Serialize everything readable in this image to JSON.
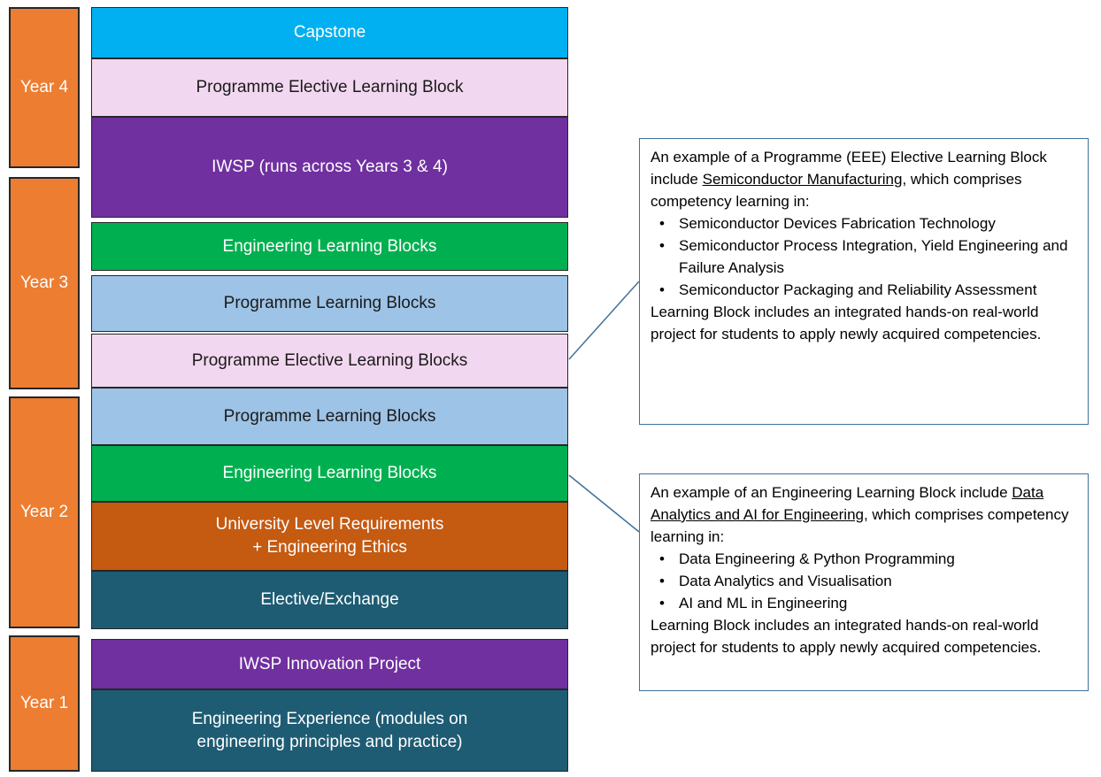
{
  "years": [
    {
      "label": "Year 4"
    },
    {
      "label": "Year 3"
    },
    {
      "label": "Year 2"
    },
    {
      "label": "Year 1"
    }
  ],
  "blocks": [
    {
      "label": "Capstone",
      "bg": "#00B0F0",
      "fg": "#FFFFFF"
    },
    {
      "label": "Programme Elective Learning Block",
      "bg": "#F2D7F0",
      "fg": "#1A1A1A"
    },
    {
      "label": "IWSP (runs across Years 3 & 4)",
      "bg": "#7030A0",
      "fg": "#FFFFFF"
    },
    {
      "label": "Engineering Learning Blocks",
      "bg": "#00B050",
      "fg": "#FFFFFF"
    },
    {
      "label": "Programme Learning Blocks",
      "bg": "#9DC3E6",
      "fg": "#1A1A1A"
    },
    {
      "label": "Programme Elective Learning Blocks",
      "bg": "#F2D7F0",
      "fg": "#1A1A1A"
    },
    {
      "label": "Programme Learning Blocks",
      "bg": "#9DC3E6",
      "fg": "#1A1A1A"
    },
    {
      "label": "Engineering Learning Blocks",
      "bg": "#00B050",
      "fg": "#FFFFFF"
    },
    {
      "label": "University Level Requirements\n+ Engineering Ethics",
      "bg": "#C55A11",
      "fg": "#FFFFFF"
    },
    {
      "label": "Elective/Exchange",
      "bg": "#1E5C73",
      "fg": "#FFFFFF"
    },
    {
      "label": "IWSP Innovation Project",
      "bg": "#7030A0",
      "fg": "#FFFFFF"
    },
    {
      "label": "Engineering Experience (modules on\nengineering principles and practice)",
      "bg": "#1E5C73",
      "fg": "#FFFFFF"
    }
  ],
  "callouts": [
    {
      "intro_before": "An example of a Programme (EEE) Elective Learning Block include ",
      "term": "Semiconductor Manufacturing",
      "intro_after": ", which comprises competency learning in:",
      "bullets": [
        "Semiconductor Devices Fabrication Technology",
        "Semiconductor Process Integration, Yield Engineering and Failure Analysis",
        "Semiconductor Packaging and Reliability Assessment"
      ],
      "footer": "Learning Block includes an integrated hands-on real-world project for students to apply newly acquired competencies."
    },
    {
      "intro_before": "An example of an Engineering Learning Block include ",
      "term": "Data Analytics and AI for Engineering",
      "intro_after": ", which comprises competency learning in:",
      "bullets": [
        "Data Engineering & Python Programming",
        "Data Analytics and Visualisation",
        "AI and ML in Engineering"
      ],
      "footer": "Learning Block includes an integrated hands-on real-world project for students to apply newly acquired competencies."
    }
  ],
  "palette": {
    "year_bg": "#ED7D31",
    "block_border": "#262626",
    "callout_border": "#41719C",
    "connector": "#41719C"
  }
}
